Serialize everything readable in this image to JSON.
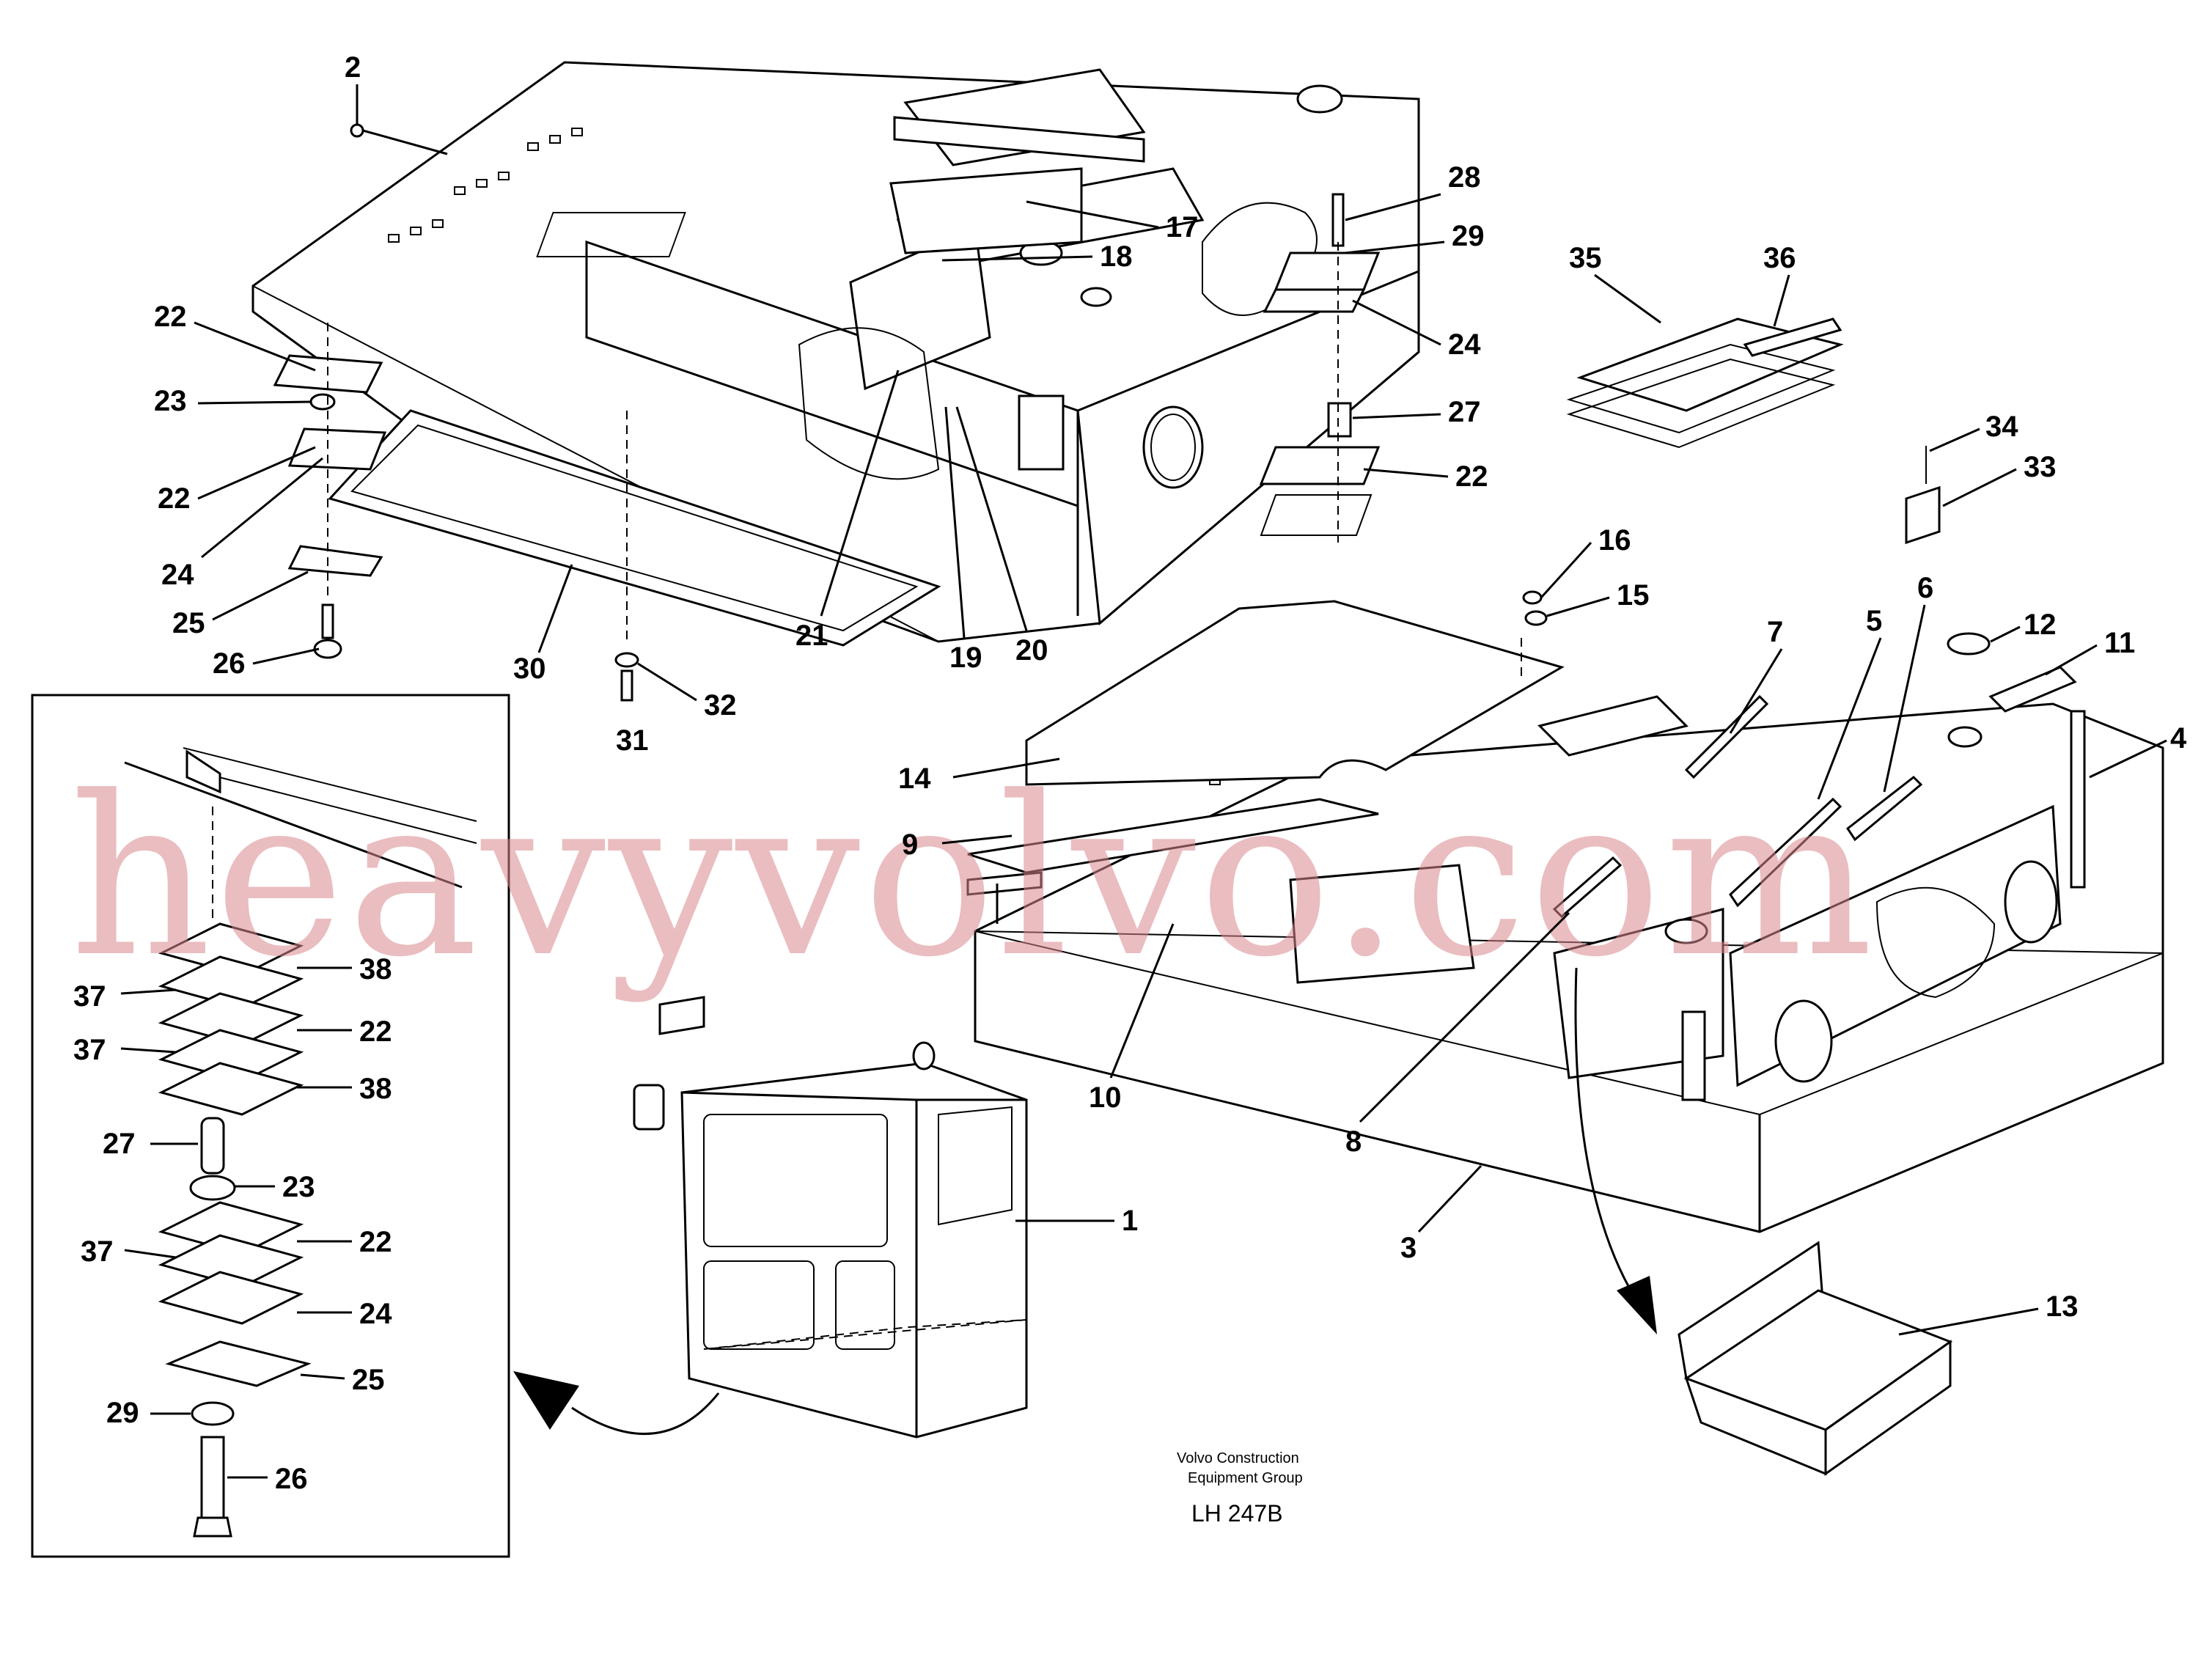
{
  "watermark": "heavyvolvo.com",
  "company_line1": "Volvo Construction",
  "company_line2": "Equipment Group",
  "drawing_code": "LH 247B",
  "callouts": {
    "c1": "1",
    "c2": "2",
    "c3": "3",
    "c4": "4",
    "c5": "5",
    "c6": "6",
    "c7": "7",
    "c8": "8",
    "c9": "9",
    "c10": "10",
    "c11": "11",
    "c12": "12",
    "c13": "13",
    "c14": "14",
    "c15": "15",
    "c16": "16",
    "c17": "17",
    "c18": "18",
    "c19": "19",
    "c20": "20",
    "c21": "21",
    "c22a": "22",
    "c22b": "22",
    "c22c": "22",
    "c23": "23",
    "c24a": "24",
    "c24b": "24",
    "c25": "25",
    "c26": "26",
    "c27": "27",
    "c28": "28",
    "c29": "29",
    "c30": "30",
    "c31": "31",
    "c32": "32",
    "c33": "33",
    "c34": "34",
    "c35": "35",
    "c36": "36"
  },
  "inset_callouts": {
    "i38a": "38",
    "i37a": "37",
    "i22a": "22",
    "i37b": "37",
    "i38b": "38",
    "i27": "27",
    "i23": "23",
    "i37c": "37",
    "i22b": "22",
    "i24": "24",
    "i25": "25",
    "i29": "29",
    "i26": "26"
  }
}
